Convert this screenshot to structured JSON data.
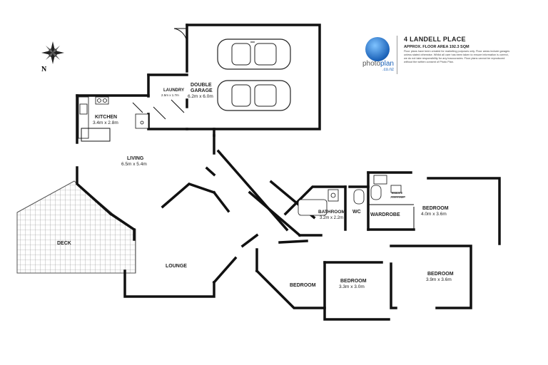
{
  "property": {
    "title": "4 LANDELL PLACE",
    "floor_area": "APPROX. FLOOR AREA 192.3 SQM",
    "disclaimer": "Floor plans have been created for marketing purposes only. Floor areas include garages unless stated otherwise. Whilst all care has been taken to ensure information is correct, we do not take responsibility for any inaccuracies. Floor plans cannot be reproduced without the written consent of Photo Plan."
  },
  "brand": {
    "name_a": "photo",
    "name_b": "plan",
    "suffix": ".co.nz"
  },
  "compass": {
    "north_label": "N"
  },
  "rooms": {
    "double_garage": {
      "name_1": "DOUBLE",
      "name_2": "GARAGE",
      "size": "6.2m x 6.0m"
    },
    "laundry": {
      "name": "LAUNDRY",
      "size": "2.5m x 1.7m"
    },
    "kitchen": {
      "name": "KITCHEN",
      "size": "3.4m x 2.8m"
    },
    "living": {
      "name": "LIVING",
      "size": "6.5m x 5.4m"
    },
    "deck": {
      "name": "DECK"
    },
    "lounge": {
      "name": "LOUNGE"
    },
    "bathroom": {
      "name": "BATHROOM",
      "size": "3.2m x 2.2m"
    },
    "wc": {
      "name": "WC"
    },
    "wardrobe": {
      "name": "WARDROBE"
    },
    "ensuite": {
      "name": "ENSUITE",
      "size": "2.1m x 1.6m"
    },
    "bedroom_master": {
      "name": "BEDROOM",
      "size": "4.0m x 3.6m"
    },
    "bedroom_a": {
      "name": "BEDROOM"
    },
    "bedroom_b": {
      "name": "BEDROOM",
      "size": "3.3m x 3.0m"
    },
    "bedroom_c": {
      "name": "BEDROOM",
      "size": "3.9m x 3.6m"
    }
  }
}
